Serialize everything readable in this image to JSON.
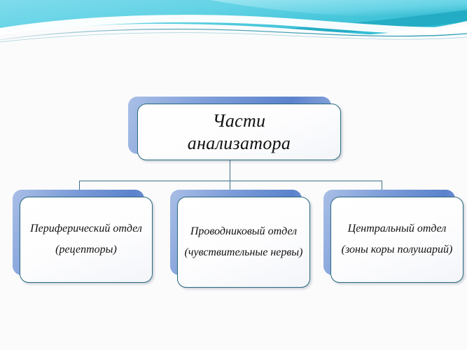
{
  "slide": {
    "background_color": "#fbfbfc",
    "banner": {
      "name": "decorative-wave-banner",
      "colors": {
        "cyan_light": "#8fe1ef",
        "cyan_mid": "#5fd0e4",
        "cyan_deep": "#27b6cd",
        "teal_line": "#1a9fb5",
        "white": "#ffffff"
      }
    }
  },
  "diagram": {
    "type": "org-chart",
    "title_node": {
      "id": "parts-of-analyzer",
      "lines": [
        "Части",
        "анализатора"
      ]
    },
    "children": [
      {
        "id": "peripheral-section",
        "main": "Периферический отдел",
        "sub": "(рецепторы)"
      },
      {
        "id": "conductive-section",
        "main": "Проводниковый отдел",
        "sub": "(чувствительные нервы)"
      },
      {
        "id": "central-section",
        "main": "Центральный отдел",
        "sub": "(зоны коры полушарий)"
      }
    ],
    "colors": {
      "box_border": "#2b6a7e",
      "box_fill": "#ffffff",
      "shadow_blue": "#5b82cc",
      "connector": "#3f6f86",
      "text": "#111111"
    }
  }
}
